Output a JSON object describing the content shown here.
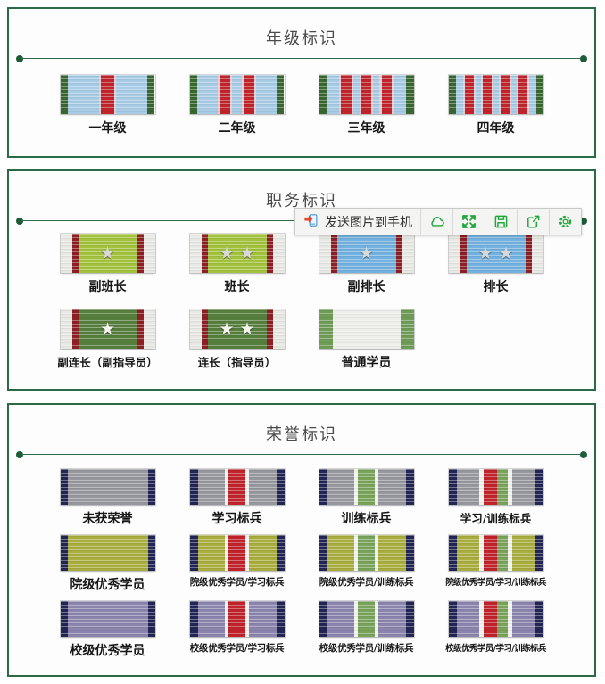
{
  "palette": {
    "section_border": "#2a6a45",
    "divider_line": "#2e6e46",
    "divider_dot": "#1e5c38",
    "title_color": "#4b4b4b",
    "toolbar_bg": "#f4f4f2",
    "toolbar_accent_green": "#21a73c",
    "phone_icon_blue": "#58a0d8",
    "phone_icon_red": "#e2482e"
  },
  "toolbar": {
    "send_label": "发送图片到手机",
    "icon_names": [
      "send-to-phone-icon",
      "cloud-icon",
      "expand-icon",
      "save-icon",
      "share-icon",
      "settings-icon"
    ]
  },
  "star_colors": {
    "silver": "#d8d8d8",
    "white": "#f5f5ee"
  },
  "sections": [
    {
      "title": "年级标识",
      "rows": [
        [
          {
            "label": "一年级",
            "stars": 0,
            "bands": [
              [
                "#3a672f",
                8
              ],
              [
                "#a8cbe6",
                34
              ],
              [
                "#e7ccd6",
                2
              ],
              [
                "#c0252c",
                14
              ],
              [
                "#e7ccd6",
                2
              ],
              [
                "#a8cbe6",
                34
              ],
              [
                "#3a672f",
                8
              ]
            ]
          },
          {
            "label": "二年级",
            "stars": 0,
            "bands": [
              [
                "#3a672f",
                8
              ],
              [
                "#a8cbe6",
                22
              ],
              [
                "#e7ccd6",
                2
              ],
              [
                "#c0252c",
                12
              ],
              [
                "#e7ccd6",
                2
              ],
              [
                "#a8cbe6",
                10
              ],
              [
                "#e7ccd6",
                2
              ],
              [
                "#c0252c",
                12
              ],
              [
                "#e7ccd6",
                2
              ],
              [
                "#a8cbe6",
                22
              ],
              [
                "#3a672f",
                8
              ]
            ]
          },
          {
            "label": "三年级",
            "stars": 0,
            "bands": [
              [
                "#3a672f",
                8
              ],
              [
                "#a8cbe6",
                14
              ],
              [
                "#e7ccd6",
                2
              ],
              [
                "#c0252c",
                11
              ],
              [
                "#e7ccd6",
                2
              ],
              [
                "#a8cbe6",
                7
              ],
              [
                "#e7ccd6",
                2
              ],
              [
                "#c0252c",
                11
              ],
              [
                "#e7ccd6",
                2
              ],
              [
                "#a8cbe6",
                7
              ],
              [
                "#e7ccd6",
                2
              ],
              [
                "#c0252c",
                11
              ],
              [
                "#e7ccd6",
                2
              ],
              [
                "#a8cbe6",
                14
              ],
              [
                "#3a672f",
                8
              ]
            ]
          },
          {
            "label": "四年级",
            "stars": 0,
            "bands": [
              [
                "#3a672f",
                8
              ],
              [
                "#a8cbe6",
                8
              ],
              [
                "#e7ccd6",
                2
              ],
              [
                "#c0252c",
                10
              ],
              [
                "#e7ccd6",
                2
              ],
              [
                "#a8cbe6",
                6
              ],
              [
                "#e7ccd6",
                2
              ],
              [
                "#c0252c",
                10
              ],
              [
                "#e7ccd6",
                2
              ],
              [
                "#a8cbe6",
                6
              ],
              [
                "#e7ccd6",
                2
              ],
              [
                "#c0252c",
                10
              ],
              [
                "#e7ccd6",
                2
              ],
              [
                "#a8cbe6",
                6
              ],
              [
                "#e7ccd6",
                2
              ],
              [
                "#c0252c",
                10
              ],
              [
                "#e7ccd6",
                2
              ],
              [
                "#a8cbe6",
                8
              ],
              [
                "#3a672f",
                8
              ]
            ]
          }
        ]
      ]
    },
    {
      "title": "职务标识",
      "rows": [
        [
          {
            "label": "副班长",
            "stars": 1,
            "star_style": "silver",
            "bands": [
              [
                "#e8e8e4",
                13
              ],
              [
                "#8d2024",
                7
              ],
              [
                "#a2c23c",
                66
              ],
              [
                "#8d2024",
                7
              ],
              [
                "#e8e8e4",
                13
              ]
            ]
          },
          {
            "label": "班长",
            "stars": 2,
            "star_style": "silver",
            "bands": [
              [
                "#e8e8e4",
                13
              ],
              [
                "#8d2024",
                7
              ],
              [
                "#a2c23c",
                66
              ],
              [
                "#8d2024",
                7
              ],
              [
                "#e8e8e4",
                13
              ]
            ]
          },
          {
            "label": "副排长",
            "stars": 1,
            "star_style": "silver",
            "bands": [
              [
                "#e8e8e4",
                13
              ],
              [
                "#8d2024",
                7
              ],
              [
                "#72b1e0",
                66
              ],
              [
                "#8d2024",
                7
              ],
              [
                "#e8e8e4",
                13
              ]
            ]
          },
          {
            "label": "排长",
            "stars": 2,
            "star_style": "silver",
            "bands": [
              [
                "#e8e8e4",
                13
              ],
              [
                "#8d2024",
                7
              ],
              [
                "#72b1e0",
                66
              ],
              [
                "#8d2024",
                7
              ],
              [
                "#e8e8e4",
                13
              ]
            ]
          }
        ],
        [
          {
            "label": "副连长（副指导员）",
            "stars": 1,
            "star_style": "white",
            "bands": [
              [
                "#e8e8e4",
                13
              ],
              [
                "#8d2024",
                7
              ],
              [
                "#567f3e",
                66
              ],
              [
                "#8d2024",
                7
              ],
              [
                "#e8e8e4",
                13
              ]
            ]
          },
          {
            "label": "连长（指导员）",
            "stars": 2,
            "star_style": "white",
            "bands": [
              [
                "#e8e8e4",
                13
              ],
              [
                "#8d2024",
                7
              ],
              [
                "#567f3e",
                66
              ],
              [
                "#8d2024",
                7
              ],
              [
                "#e8e8e4",
                13
              ]
            ]
          },
          {
            "label": "普通学员",
            "stars": 0,
            "bands": [
              [
                "#6f9d58",
                15
              ],
              [
                "#eeeeea",
                76
              ],
              [
                "#6f9d58",
                15
              ]
            ]
          },
          null
        ]
      ]
    },
    {
      "title": "荣誉标识",
      "rows": [
        [
          {
            "label": "未获荣誉",
            "stars": 0,
            "bands": [
              [
                "#232655",
                8
              ],
              [
                "#97979e",
                90
              ],
              [
                "#232655",
                8
              ]
            ]
          },
          {
            "label": "学习标兵",
            "stars": 0,
            "bands": [
              [
                "#232655",
                8
              ],
              [
                "#97979e",
                27
              ],
              [
                "#f2f2ee",
                4
              ],
              [
                "#c0232b",
                16
              ],
              [
                "#f2f2ee",
                4
              ],
              [
                "#97979e",
                27
              ],
              [
                "#232655",
                8
              ]
            ]
          },
          {
            "label": "训练标兵",
            "stars": 0,
            "bands": [
              [
                "#232655",
                8
              ],
              [
                "#97979e",
                27
              ],
              [
                "#f2f2ee",
                4
              ],
              [
                "#79a35a",
                16
              ],
              [
                "#f2f2ee",
                4
              ],
              [
                "#97979e",
                27
              ],
              [
                "#232655",
                8
              ]
            ]
          },
          {
            "label": "学习/训练标兵",
            "stars": 0,
            "bands": [
              [
                "#232655",
                8
              ],
              [
                "#97979e",
                23
              ],
              [
                "#f2f2ee",
                4
              ],
              [
                "#c0232b",
                13
              ],
              [
                "#79a35a",
                11
              ],
              [
                "#f2f2ee",
                4
              ],
              [
                "#97979e",
                23
              ],
              [
                "#232655",
                8
              ]
            ]
          }
        ],
        [
          {
            "label": "院级优秀学员",
            "stars": 0,
            "bands": [
              [
                "#232655",
                8
              ],
              [
                "#a8ad3e",
                90
              ],
              [
                "#232655",
                8
              ]
            ]
          },
          {
            "label": "院级优秀学员/学习标兵",
            "stars": 0,
            "bands": [
              [
                "#232655",
                8
              ],
              [
                "#a8ad3e",
                27
              ],
              [
                "#f2f2ee",
                4
              ],
              [
                "#c0232b",
                16
              ],
              [
                "#f2f2ee",
                4
              ],
              [
                "#a8ad3e",
                27
              ],
              [
                "#232655",
                8
              ]
            ]
          },
          {
            "label": "院级优秀学员/训练标兵",
            "stars": 0,
            "bands": [
              [
                "#232655",
                8
              ],
              [
                "#a8ad3e",
                27
              ],
              [
                "#f2f2ee",
                4
              ],
              [
                "#79a35a",
                16
              ],
              [
                "#f2f2ee",
                4
              ],
              [
                "#a8ad3e",
                27
              ],
              [
                "#232655",
                8
              ]
            ]
          },
          {
            "label": "院级优秀学员/学习/训练标兵",
            "stars": 0,
            "bands": [
              [
                "#232655",
                8
              ],
              [
                "#a8ad3e",
                23
              ],
              [
                "#f2f2ee",
                4
              ],
              [
                "#c0232b",
                13
              ],
              [
                "#79a35a",
                11
              ],
              [
                "#f2f2ee",
                4
              ],
              [
                "#a8ad3e",
                23
              ],
              [
                "#232655",
                8
              ]
            ]
          }
        ],
        [
          {
            "label": "校级优秀学员",
            "stars": 0,
            "bands": [
              [
                "#232655",
                8
              ],
              [
                "#8b85ae",
                90
              ],
              [
                "#232655",
                8
              ]
            ]
          },
          {
            "label": "校级优秀学员/学习标兵",
            "stars": 0,
            "bands": [
              [
                "#232655",
                8
              ],
              [
                "#8b85ae",
                27
              ],
              [
                "#f2f2ee",
                4
              ],
              [
                "#c0232b",
                16
              ],
              [
                "#f2f2ee",
                4
              ],
              [
                "#8b85ae",
                27
              ],
              [
                "#232655",
                8
              ]
            ]
          },
          {
            "label": "校级优秀学员/训练标兵",
            "stars": 0,
            "bands": [
              [
                "#232655",
                8
              ],
              [
                "#8b85ae",
                27
              ],
              [
                "#f2f2ee",
                4
              ],
              [
                "#79a35a",
                16
              ],
              [
                "#f2f2ee",
                4
              ],
              [
                "#8b85ae",
                27
              ],
              [
                "#232655",
                8
              ]
            ]
          },
          {
            "label": "校级优秀学员/学习/训练标兵",
            "stars": 0,
            "bands": [
              [
                "#232655",
                8
              ],
              [
                "#8b85ae",
                23
              ],
              [
                "#f2f2ee",
                4
              ],
              [
                "#c0232b",
                13
              ],
              [
                "#79a35a",
                11
              ],
              [
                "#f2f2ee",
                4
              ],
              [
                "#8b85ae",
                23
              ],
              [
                "#232655",
                8
              ]
            ]
          }
        ]
      ]
    }
  ]
}
